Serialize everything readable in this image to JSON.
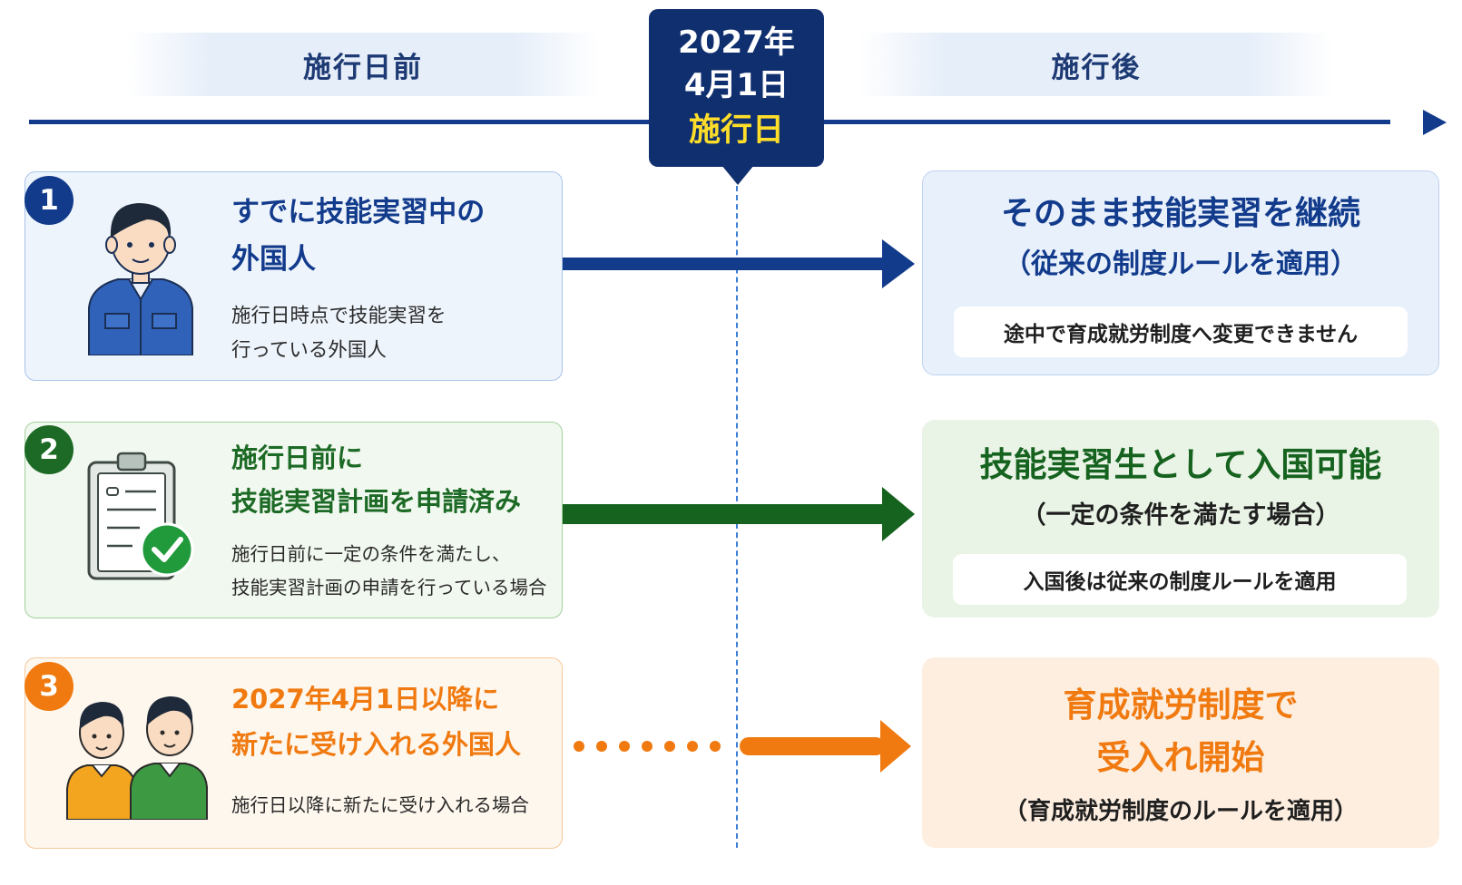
{
  "header": {
    "before_label": "施行日前",
    "after_label": "施行後",
    "date_year": "2027年",
    "date_day": "4月1日",
    "date_event": "施行日"
  },
  "cases": [
    {
      "number": "1",
      "title_line1": "すでに技能実習中の",
      "title_line2": "外国人",
      "desc_line1": "施行日時点で技能実習を",
      "desc_line2": "行っている外国人",
      "result_title": "そのまま技能実習を継続",
      "result_sub": "（従来の制度ルールを適用）",
      "result_note": "途中で育成就労制度へ変更できません"
    },
    {
      "number": "2",
      "title_line1": "施行日前に",
      "title_line2": "技能実習計画を申請済み",
      "desc_line1": "施行日前に一定の条件を満たし、",
      "desc_line2": "技能実習計画の申請を行っている場合",
      "result_title": "技能実習生として入国可能",
      "result_sub": "（一定の条件を満たす場合）",
      "result_note": "入国後は従来の制度ルールを適用"
    },
    {
      "number": "3",
      "title_line1": "2027年4月1日以降に",
      "title_line2": "新たに受け入れる外国人",
      "desc_line1": "施行日以降に新たに受け入れる場合",
      "result_title_line1": "育成就労制度で",
      "result_title_line2": "受入れ開始",
      "result_sub": "（育成就労制度のルールを適用）"
    }
  ],
  "colors": {
    "navy": "#123b8c",
    "green": "#16621f",
    "orange": "#f07a10",
    "yellow": "#ffde2a"
  },
  "icons": [
    "worker-icon",
    "checklist-icon",
    "two-workers-icon"
  ]
}
